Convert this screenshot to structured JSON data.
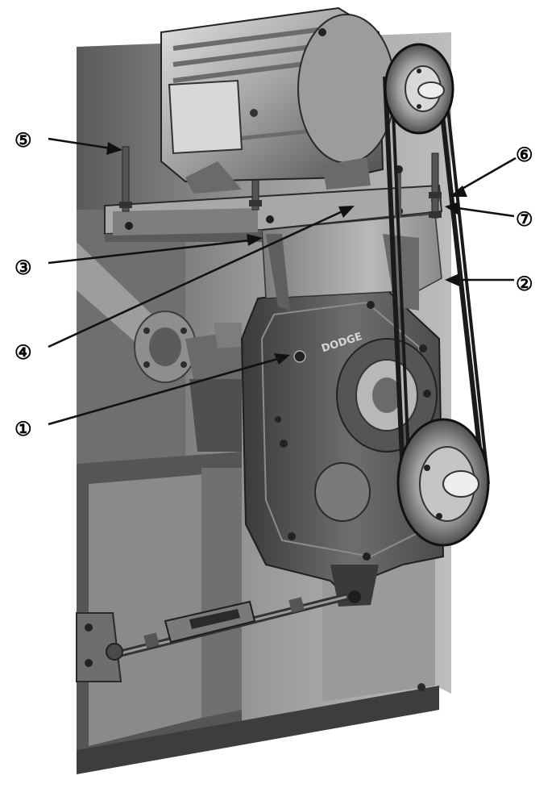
{
  "illustration": {
    "casting_text": "DODGE"
  },
  "callouts": [
    {
      "label": "①"
    },
    {
      "label": "②"
    },
    {
      "label": "③"
    },
    {
      "label": "④"
    },
    {
      "label": "⑤"
    },
    {
      "label": "⑥"
    },
    {
      "label": "⑦"
    }
  ],
  "colors": {
    "frame_dark": "#4a4a4a",
    "frame_mid": "#8d8d8d",
    "frame_light": "#c8c8c8",
    "metal_dark": "#2f2f2f",
    "paper": "#ffffff"
  }
}
